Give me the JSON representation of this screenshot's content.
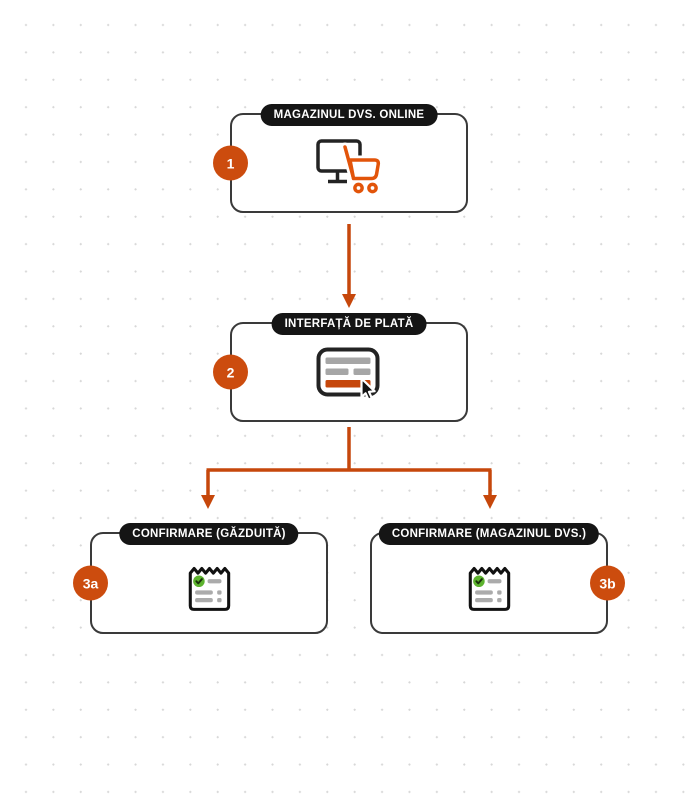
{
  "diagram": {
    "type": "flowchart",
    "language": "ro",
    "colors": {
      "accent_orange": "#c6470b",
      "badge_orange": "#cc4c0e",
      "cart_orange": "#e2540a",
      "node_border_dark": "#3a3a3a",
      "pill_black": "#151515",
      "icon_bar_gray": "#a6a6a6",
      "check_green": "#5cb22d",
      "background_dot_gray": "#d7d7d7"
    },
    "nodes": [
      {
        "id": "online-store",
        "label": "MAGAZINUL DVS. ONLINE",
        "badge": "1",
        "badge_side": "left",
        "icon": "monitor-shopping-cart-icon"
      },
      {
        "id": "payment-interface",
        "label": "INTERFAȚĂ DE PLATĂ",
        "badge": "2",
        "badge_side": "left",
        "icon": "payment-form-cursor-icon"
      },
      {
        "id": "confirmation-hosted",
        "label": "CONFIRMARE (GĂZDUITĂ)",
        "badge": "3a",
        "badge_side": "left",
        "icon": "receipt-check-icon"
      },
      {
        "id": "confirmation-merchant",
        "label": "CONFIRMARE (MAGAZINUL DVS.)",
        "badge": "3b",
        "badge_side": "right",
        "icon": "receipt-check-icon"
      }
    ],
    "edges": [
      {
        "from": "online-store",
        "to": "payment-interface"
      },
      {
        "from": "payment-interface",
        "to": "confirmation-hosted"
      },
      {
        "from": "payment-interface",
        "to": "confirmation-merchant"
      }
    ]
  }
}
